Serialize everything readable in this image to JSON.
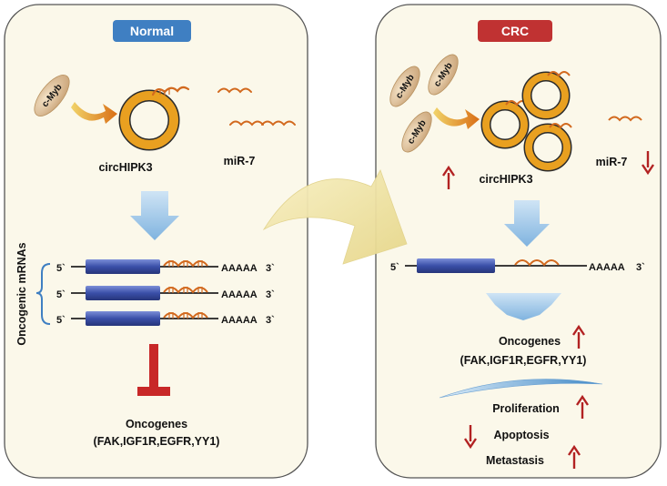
{
  "colors": {
    "panel_bg": "#fbf8ea",
    "panel_border": "#555555",
    "normal_tag": "#3f7fc2",
    "crc_tag": "#c03232",
    "circ_ring": "#e9a020",
    "mirna": "#d2691e",
    "mrna_box": "#3a4fa8",
    "flow_arrow": "#9cc7e8",
    "inhibit": "#c82828",
    "change_arrow": "#b22222",
    "transition_arrow": "#efe3a0"
  },
  "normal_panel": {
    "title": "Normal",
    "cmyb": "c-Myb",
    "circrna_label": "circHIPK3",
    "mirna_label": "miR-7",
    "side_label": "Oncogenic mRNAs",
    "mrna": {
      "five_prime": "5`",
      "tail": "AAAAA",
      "three_prime": "3`"
    },
    "oncogenes_title": "Oncogenes",
    "oncogenes_list": "(FAK,IGF1R,EGFR,YY1)",
    "icons": [
      "arrow-right-icon",
      "circle-ring-icon",
      "mirna-squiggle-icon",
      "arrow-down-icon",
      "inhibition-icon"
    ]
  },
  "crc_panel": {
    "title": "CRC",
    "cmyb": "c-Myb",
    "circrna_label": "circHIPK3",
    "mirna_label": "miR-7",
    "mrna": {
      "five_prime": "5`",
      "tail": "AAAAA",
      "three_prime": "3`"
    },
    "oncogenes_title": "Oncogenes",
    "oncogenes_list": "(FAK,IGF1R,EGFR,YY1)",
    "outcomes": [
      {
        "label": "Proliferation",
        "change": "up"
      },
      {
        "label": "Apoptosis",
        "change": "down"
      },
      {
        "label": "Metastasis",
        "change": "up"
      }
    ],
    "changes": {
      "circrna": "up",
      "mirna": "down",
      "oncogenes": "up"
    },
    "icons": [
      "arrow-up-icon",
      "arrow-down-icon",
      "circle-ring-icon",
      "mirna-squiggle-icon"
    ]
  }
}
